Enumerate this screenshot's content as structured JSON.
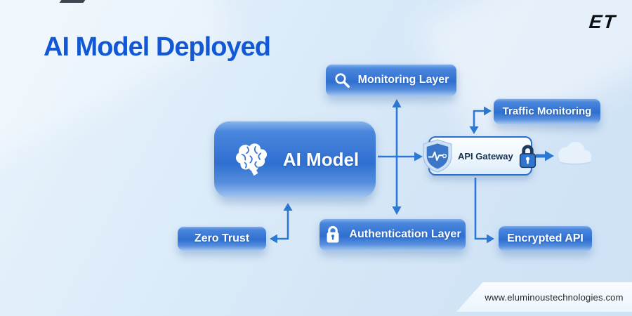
{
  "page": {
    "title": "AI Model Deployed",
    "brand_logo": "ET",
    "website": "www.eluminoustechnologies.com"
  },
  "colors": {
    "title_blue": "#1157d6",
    "node_blue": "#2e6fd0",
    "arrow_blue": "#2b79d4",
    "gateway_border": "#2a6fc8"
  },
  "nodes": {
    "ai_model": {
      "label": "AI Model",
      "icon": "brain-icon"
    },
    "monitoring_layer": {
      "label": "Monitoring Layer",
      "icon": "magnifier-icon"
    },
    "traffic_monitoring": {
      "label": "Traffic Monitoring"
    },
    "api_gateway": {
      "label": "API Gateway",
      "icons": [
        "shield-pulse-icon",
        "padlock-icon"
      ]
    },
    "zero_trust": {
      "label": "Zero Trust"
    },
    "authentication_layer": {
      "label": "Authentication Layer",
      "icon": "lock-icon"
    },
    "encrypted_api": {
      "label": "Encrypted API"
    },
    "cloud": {
      "icon": "cloud-icon"
    }
  }
}
